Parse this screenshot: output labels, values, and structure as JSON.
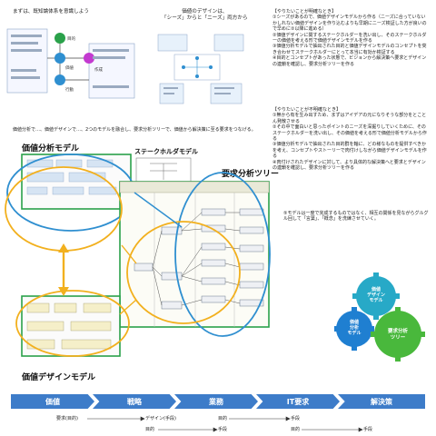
{
  "top_left_title": "まずは、既知論体系を意識しよう",
  "top_center_title": "価値のデザインは、\n「シーズ」からと「ニーズ」両方から",
  "right_block_1": {
    "heading": "【やりたいことが明確なとき】",
    "lines": [
      "①シーズがあるので、価値デザインモデルから作る（ニーズに合っていないかしれない価値デザインを作り込むよりも早期にニーズ検証した方が良いので早めに②以降に進める）",
      "②価値デザインに関するステークホルダーを洗い出し、そのステークホルダーの価値を考える形で価値デザインモデルを作る",
      "③価値分析モデルで抽出された目的と価値デザインモデルのコンセプトを突き合わせてステークホルダーにとって本当に有効か検証する",
      "④目的とコンセプトがあった状態で、ビジョンから解決策へ要求とデザインの連鎖を確認し、要求分析ツリーを作る"
    ]
  },
  "right_block_2": {
    "heading": "【やりたいことが不明確なとき】",
    "lines": [
      "①無から有を生み出すため、まずはアイデアの元になりそうな部分をとことん発散させる",
      "②その中で面白いと思ったポイントのニーズを深掘りしていくために、そのステークホルダーを洗い出し、その価値を考える形で価値分析モデルから作る",
      "③価値分析モデルで抽出された目的群を軸に、どの様なものを提供すべきかを考え、コンセプトやストーリーで肉付けしながら価値デザインモデルを作る",
      "④肉付けされたデザインに対して、より具体的な解決策へと要求とデザインの連鎖を確認し、要求分析ツリーを作る"
    ]
  },
  "right_block_3": "⑤モデルは一度で完成するものではなく、相互の関係を見ながらグルグル回して「言葉」、「概念」を洗練させていく。",
  "mid_caption": "価値分析で…、価値デザインで…、2つのモデルを融合し、要求分析ツリーで、価値から解決策に至る要求をつなげる。",
  "labels": {
    "value_analysis": "価値分析モデル",
    "stakeholder": "ステークホルダモデル",
    "req_tree": "要求分析ツリー",
    "value_design": "価値デザインモデル"
  },
  "gears": {
    "design": "価値\nデザイン\nモデル",
    "analysis": "価値\n分析\nモデル",
    "tree": "要求分析\nツリー"
  },
  "chevrons": [
    "価値",
    "戦略",
    "業務",
    "IT要求",
    "解決策"
  ],
  "chain": {
    "row1_left": "要求(目的)",
    "row1_mid": "デザイン(手段)",
    "row1_right_a": "目的",
    "row1_right_b": "手段",
    "row2_a": "目的",
    "row2_b": "手段",
    "row2_c": "目的",
    "row2_d": "手段"
  },
  "diagram_node_labels": {
    "ka": "目的",
    "kb": "価値",
    "kc": "行動",
    "kd": "作成"
  },
  "colors": {
    "blue": "#2f8fd0",
    "yellow": "#f2b01e",
    "green": "#2aa14a",
    "chevron": "#3d7cc9",
    "gear_blue": "#1f7fd1",
    "gear_green": "#49b83c",
    "gear_cyan": "#27a9c7"
  }
}
